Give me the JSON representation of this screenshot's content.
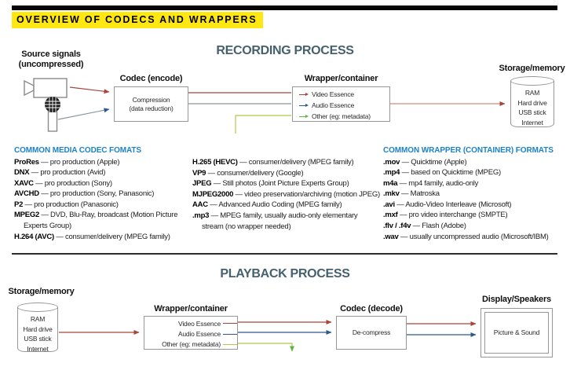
{
  "title": "OVERVIEW OF CODECS AND WRAPPERS",
  "recording": {
    "heading": "RECORDING PROCESS",
    "source": {
      "line1": "Source signals",
      "line2": "(uncompressed)"
    },
    "codec": {
      "label": "Codec (encode)",
      "body1": "Compression",
      "body2": "(data reduction)"
    },
    "wrapper": {
      "label": "Wrapper/container",
      "rows": [
        {
          "label": "Video Essence"
        },
        {
          "label": "Audio Essence"
        },
        {
          "label": "Other (eg: metadata)"
        }
      ]
    },
    "storage": {
      "label": "Storage/memory",
      "items": [
        "RAM",
        "Hard drive",
        "USB stick",
        "Internet"
      ]
    }
  },
  "codec_formats": {
    "heading": "COMMON MEDIA CODEC FOMATS",
    "col1": [
      {
        "term": "ProRes",
        "rest": "— pro production (Apple)"
      },
      {
        "term": "DNX",
        "rest": "— pro production (Avid)"
      },
      {
        "term": "XAVC",
        "rest": "— pro production (Sony)"
      },
      {
        "term": "AVCHD",
        "rest": "— pro production (Sony, Panasonic)"
      },
      {
        "term": "P2",
        "rest": "— pro production (Panasonic)"
      },
      {
        "term": "MPEG2",
        "rest": "— DVD, Blu-Ray, broadcast (Motion Picture Experts Group)"
      },
      {
        "term": "H.264 (AVC)",
        "rest": "— consumer/delivery (MPEG family)"
      }
    ],
    "col2": [
      {
        "term": "H.265 (HEVC)",
        "rest": "— consumer/delivery (MPEG family)"
      },
      {
        "term": "VP9",
        "rest": "— consumer/delivery (Google)"
      },
      {
        "term": "JPEG",
        "rest": "— Still photos (Joint Picture Experts Group)"
      },
      {
        "term": "MJPEG2000",
        "rest": "— video preservation/archiving (motion JPEG)"
      },
      {
        "term": "AAC",
        "rest": "— Advanced Audio Coding (MPEG family)"
      },
      {
        "term": ".mp3",
        "rest": "— MPEG family, usually audio-only elementary stream (no wrapper needed)"
      }
    ]
  },
  "wrapper_formats": {
    "heading": "COMMON WRAPPER (CONTAINER) FORMATS",
    "items": [
      {
        "term": ".mov",
        "rest": "— Quicktime (Apple)"
      },
      {
        "term": ".mp4",
        "rest": "— based on Quicktime (MPEG)"
      },
      {
        "term": "m4a",
        "rest": "— mp4 family, audio-only"
      },
      {
        "term": ".mkv",
        "rest": "— Matroska"
      },
      {
        "term": ".avi",
        "rest": "— Audio-Video Interleave (Microsoft)"
      },
      {
        "term": ".mxf",
        "rest": "— pro video interchange (SMPTE)"
      },
      {
        "term": ".flv / .f4v",
        "rest": "— Flash (Adobe)"
      },
      {
        "term": ".wav",
        "rest": "— usually uncompressed audio (Microsoft/IBM)"
      }
    ]
  },
  "playback": {
    "heading": "PLAYBACK PROCESS",
    "storage": {
      "label": "Storage/memory",
      "items": [
        "RAM",
        "Hard drive",
        "USB stick",
        "Internet"
      ]
    },
    "wrapper": {
      "label": "Wrapper/container",
      "rows": [
        {
          "label": "Video Essence"
        },
        {
          "label": "Audio Essence"
        },
        {
          "label": "Other (eg: metadata)"
        }
      ]
    },
    "codec": {
      "label": "Codec (decode)",
      "body1": "De-compress"
    },
    "display": {
      "label": "Display/Speakers",
      "text": "Picture & Sound"
    }
  },
  "colors": {
    "accent-yellow": "#ffe812",
    "heading-teal": "#45616d",
    "header-blue": "#1d82c5",
    "text": "#1f1f1f",
    "border": "#979797",
    "red": "#a84438",
    "salmon": "#d08a78",
    "blue": "#2d5b8e",
    "navy": "#33568a",
    "gray-line": "#8b97a2",
    "green": "#5fb544",
    "green-line": "#b2c84b"
  }
}
